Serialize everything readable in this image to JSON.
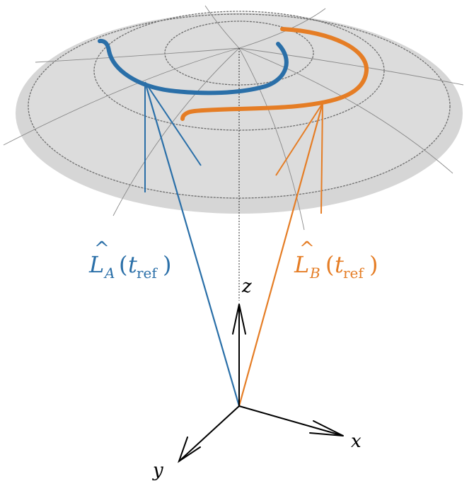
{
  "labels": {
    "l_a": {
      "hat": "^",
      "base": "L",
      "sub": "A",
      "open": "(",
      "t": "t",
      "tsub": "ref",
      "close": ")"
    },
    "l_b": {
      "hat": "^",
      "base": "L",
      "sub": "B",
      "open": "(",
      "t": "t",
      "tsub": "ref",
      "close": ")"
    },
    "axis_z": "z",
    "axis_x": "x",
    "axis_y": "y"
  },
  "colors": {
    "blue": "#2a6fa8",
    "orange": "#e57d25",
    "disk": "#dadada",
    "grid": "#7a7a7a",
    "black": "#000000"
  }
}
